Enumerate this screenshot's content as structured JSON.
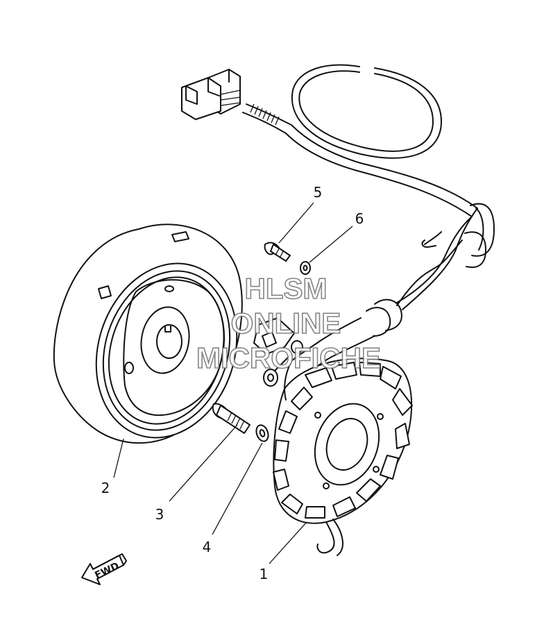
{
  "diagram": {
    "callouts": [
      {
        "id": "1",
        "label": "1"
      },
      {
        "id": "2",
        "label": "2"
      },
      {
        "id": "3",
        "label": "3"
      },
      {
        "id": "4",
        "label": "4"
      },
      {
        "id": "5",
        "label": "5"
      },
      {
        "id": "6",
        "label": "6"
      }
    ],
    "watermark": [
      "HLSM",
      "ONLINE",
      "MICROFICHE"
    ],
    "direction_arrow": "FWD",
    "icon": "forward-direction-arrow-icon",
    "colors": {
      "line": "#111111",
      "background": "#ffffff",
      "watermark_outline": "#777777"
    }
  }
}
